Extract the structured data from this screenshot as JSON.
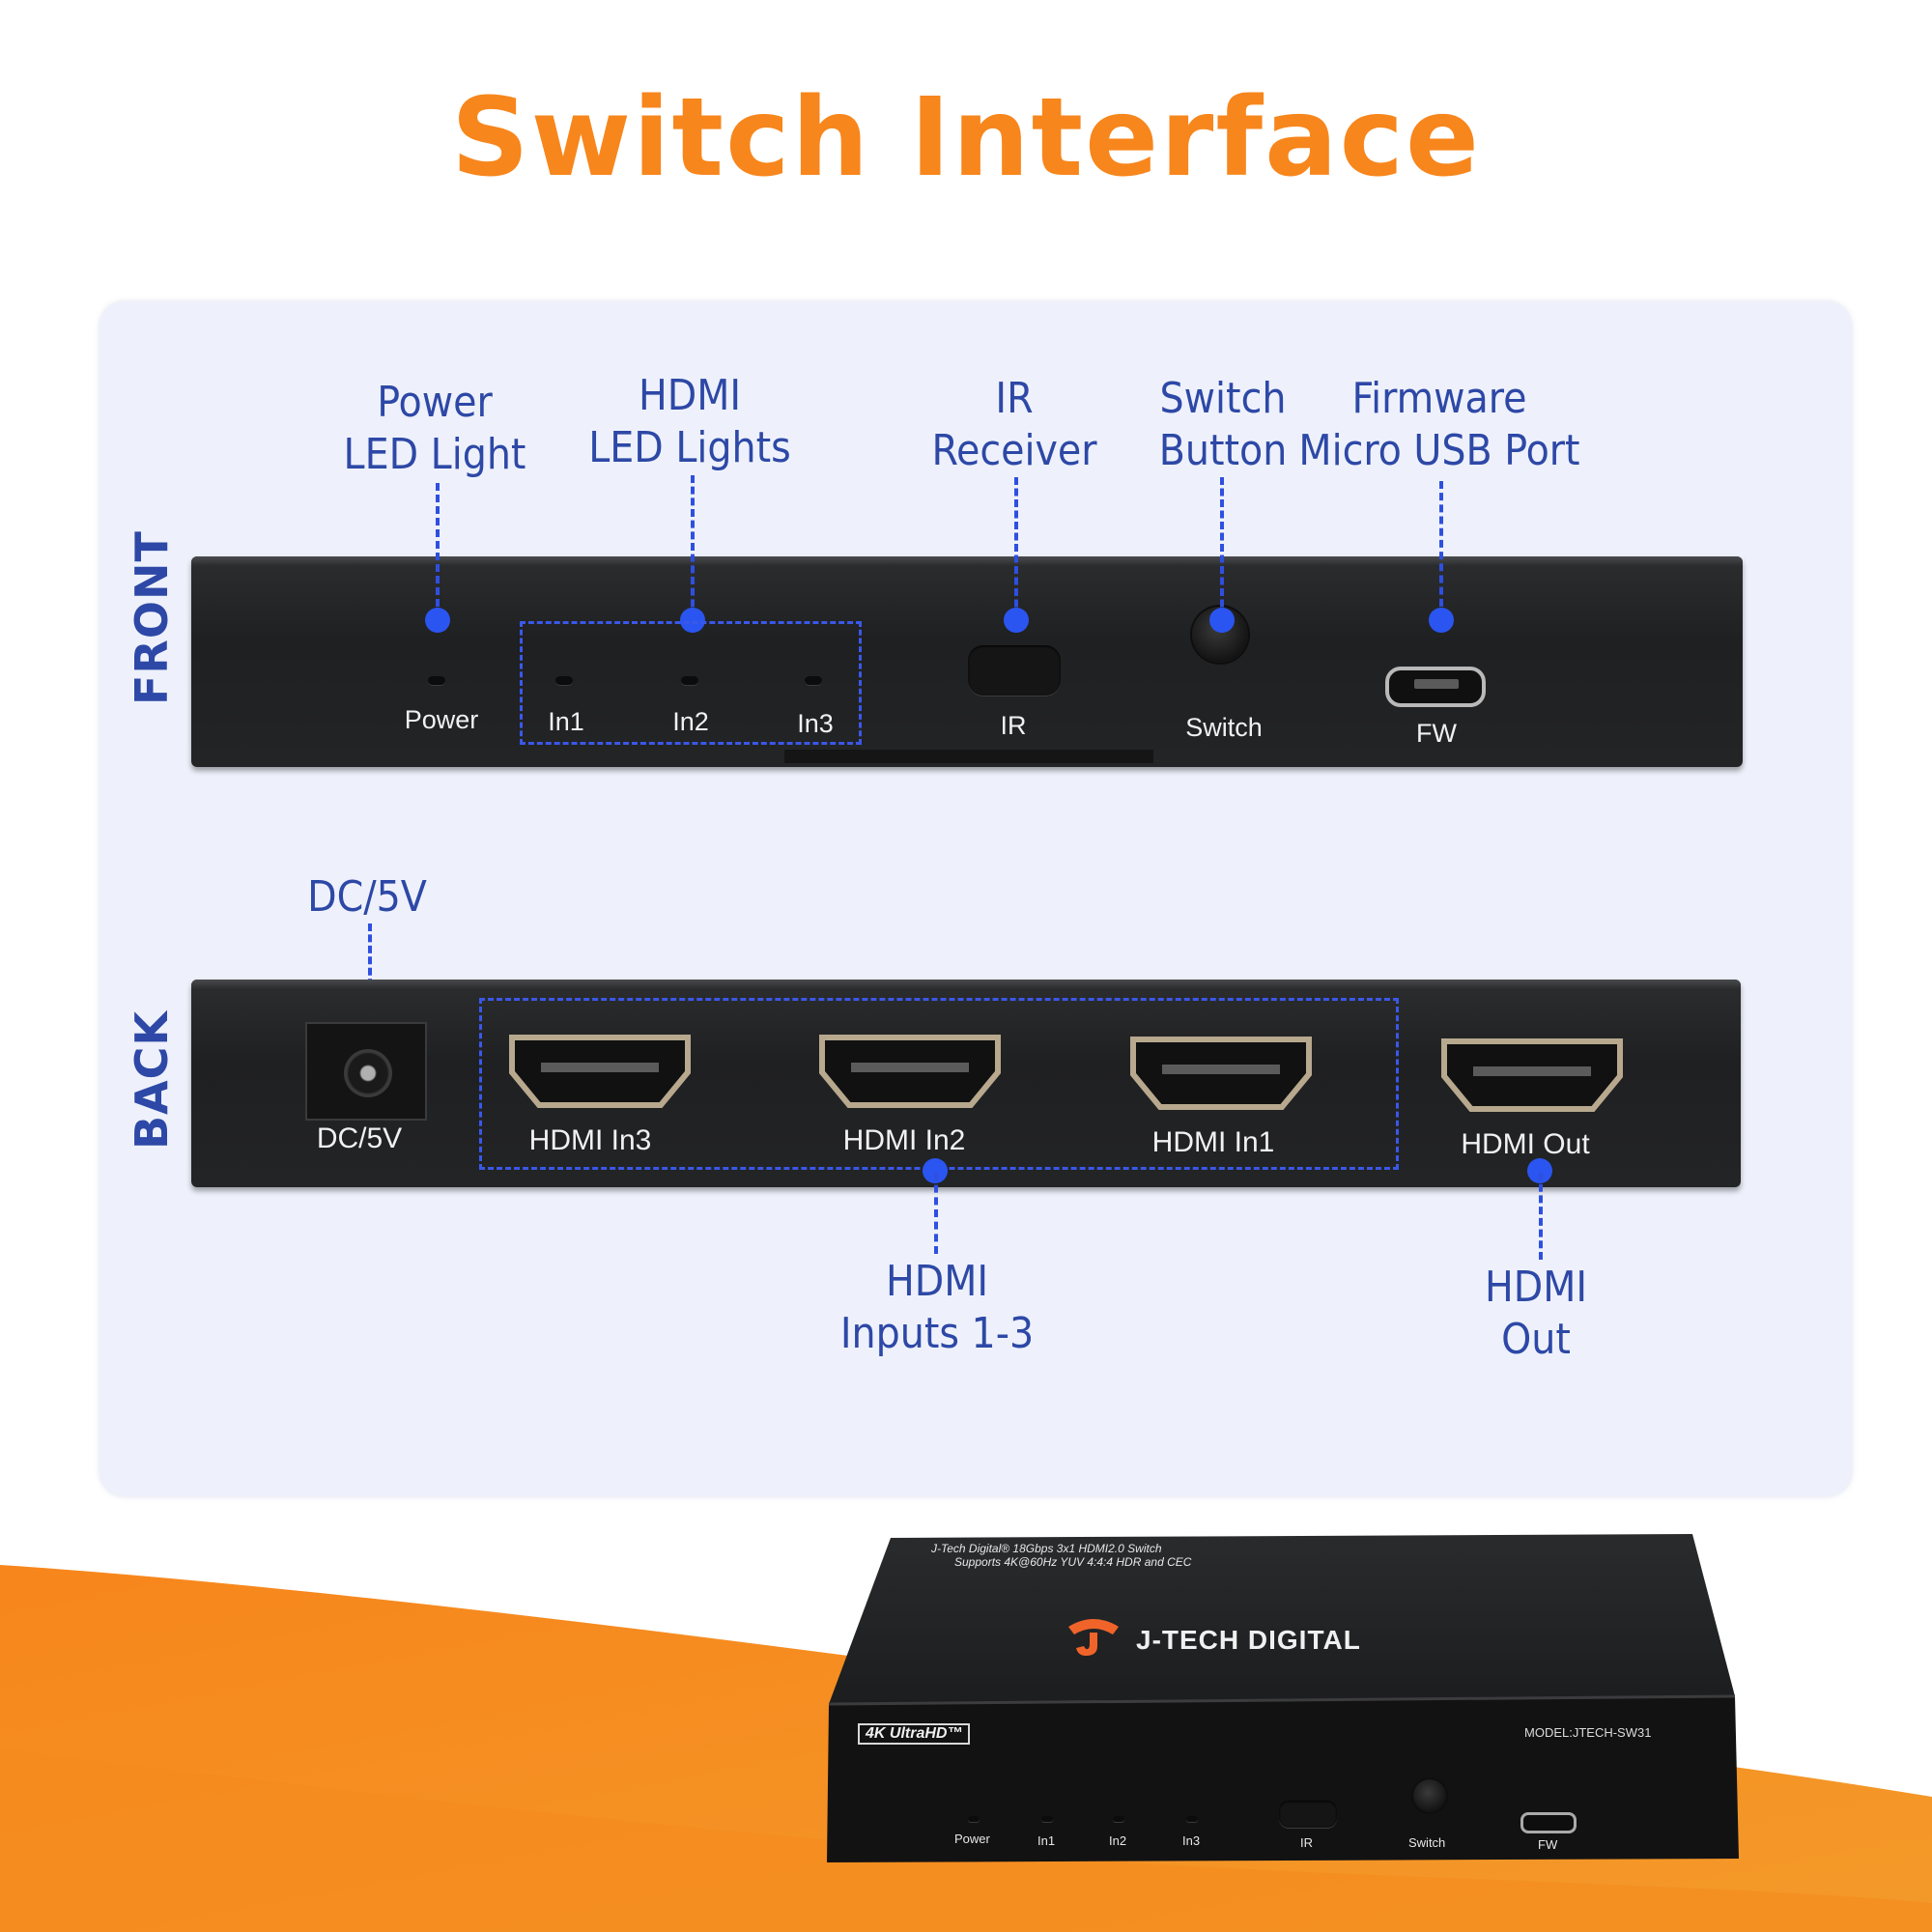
{
  "title": "Switch Interface",
  "colors": {
    "title_orange": "#f7861c",
    "label_blue": "#2d48a6",
    "dot_blue": "#2a55f0",
    "panel_bg": "#eef1fb",
    "device_black": "#1f2022",
    "wave_orange": "#f7861c"
  },
  "sections": {
    "front": "FRONT",
    "back": "BACK"
  },
  "front_callouts": [
    {
      "line1": "Power",
      "line2": "LED Light"
    },
    {
      "line1": "HDMI",
      "line2": "LED Lights"
    },
    {
      "line1": "IR",
      "line2": "Receiver"
    },
    {
      "line1": "Switch",
      "line2": "Button"
    },
    {
      "line1": "Firmware",
      "line2": "Micro USB Port"
    }
  ],
  "front_ports": [
    "Power",
    "In1",
    "In2",
    "In3",
    "IR",
    "Switch",
    "FW"
  ],
  "back_callouts": {
    "dc": {
      "line1": "DC/5V"
    },
    "inputs": {
      "line1": "HDMI",
      "line2": "Inputs 1-3"
    },
    "out": {
      "line1": "HDMI",
      "line2": "Out"
    }
  },
  "back_ports": [
    "DC/5V",
    "HDMI In3",
    "HDMI In2",
    "HDMI In1",
    "HDMI Out"
  ],
  "product": {
    "spec_line1": "J-Tech Digital® 18Gbps 3x1 HDMI2.0 Switch",
    "spec_line2": "Supports 4K@60Hz YUV 4:4:4 HDR and CEC",
    "brand": "J-TECH DIGITAL",
    "badge": "4K UltraHD™",
    "model": "MODEL:JTECH-SW31",
    "ports": [
      "Power",
      "In1",
      "In2",
      "In3",
      "IR",
      "Switch",
      "FW"
    ]
  }
}
